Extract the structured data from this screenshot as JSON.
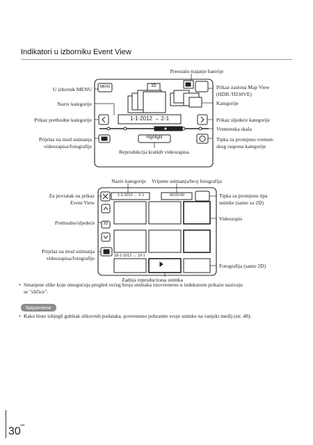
{
  "heading": "Indikatori u izborniku Event View",
  "diagram1": {
    "screen": {
      "menu": "MENU",
      "mode_3d": "3D",
      "category": "1-1-2012 → 2-1",
      "highlight": "Highlight"
    },
    "callouts": {
      "preostalo": "Preostalo trajanje baterije",
      "u_izbornik": "U izbornik MENU",
      "naziv_kategorije": "Naziv kategorije",
      "prikaz_prethodne": "Prikaz prethodne kategorije",
      "prijelaz_1": "Prijelaz na mod snimanja",
      "prijelaz_2": "videozapisa/fotografije",
      "reprodukcija": "Reprodukcija kratkih videozapisa",
      "map_view_1": "Prikaz zaslona Map View",
      "map_view_2": "(HDR-TD30VE)",
      "kategorije": "Kategorije",
      "prikaz_sljedece": "Prikaz sljedeće kategorije",
      "vremenska": "Vremenska skala",
      "tipka_raspon_1": "Tipka za promjenu vremen-",
      "tipka_raspon_2": "skog raspona kategorije"
    }
  },
  "diagram2": {
    "screen": {
      "category": "1-1-2012 → 2-1",
      "counter": "00:00:00",
      "mode_3d": "3D",
      "date2": "18-1-2012 → 19-1"
    },
    "callouts": {
      "naziv_kategorije": "Naziv kategorije",
      "vrijeme": "Vrijeme snimanja/broj fotografija",
      "povratak_1": "Za povratak na prikaz",
      "povratak_2": "Event View",
      "prethodno": "Prethodno/sljedeće",
      "prijelaz_1": "Prijelaz na mod snimanja",
      "prijelaz_2": "videozapisa/fotografije",
      "zadnja": "Zadnja reproducirana snimka",
      "tipka_tipa_1": "Tipka za promjenu tipa",
      "tipka_tipa_2": "snimke (samo za 2D)",
      "videozapis": "Videozapis",
      "fotografija": "Fotografija (samo 2D)"
    }
  },
  "bullet1_line1": "Smanjene slike koje omogućuju pregled većeg broja snimaka istovremeno u indeksnom prikazu nazivaju",
  "bullet1_line2": "se \"sličice\".",
  "note_label": "Napomene",
  "bullet2": "Kako biste izbjegli gubitak slikovnih podataka, povremeno pohranite svoje snimke na vanjski medij (str. 48).",
  "page_number": "30",
  "locale": "HR"
}
